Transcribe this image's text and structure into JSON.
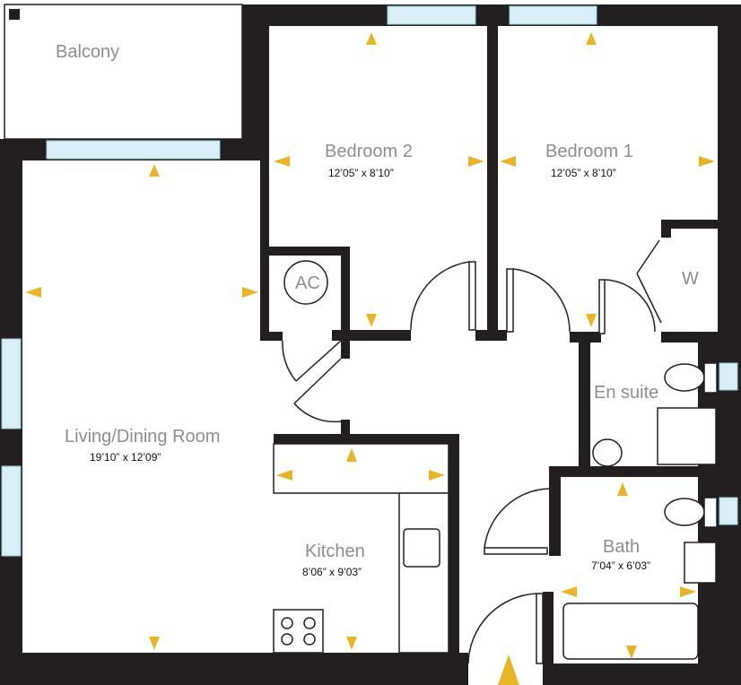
{
  "plan": {
    "rooms": {
      "balcony": {
        "label": "Balcony"
      },
      "bedroom2": {
        "label": "Bedroom 2",
        "dims": "12’05” x 8’10”"
      },
      "bedroom1": {
        "label": "Bedroom 1",
        "dims": "12’05” x 8’10”"
      },
      "ac": {
        "label": "AC"
      },
      "wardrobe": {
        "label": "W"
      },
      "ensuite": {
        "label": "En suite"
      },
      "living": {
        "label": "Living/Dining Room",
        "dims": "19’10” x 12’09”"
      },
      "kitchen": {
        "label": "Kitchen",
        "dims": "8’06” x 9’03”"
      },
      "bath": {
        "label": "Bath",
        "dims": "7’04” x 6’03”"
      }
    },
    "colors": {
      "wall": "#231f20",
      "arrow": "#e8b428",
      "window": "#d9eef7",
      "label": "#8e8e8e"
    }
  }
}
